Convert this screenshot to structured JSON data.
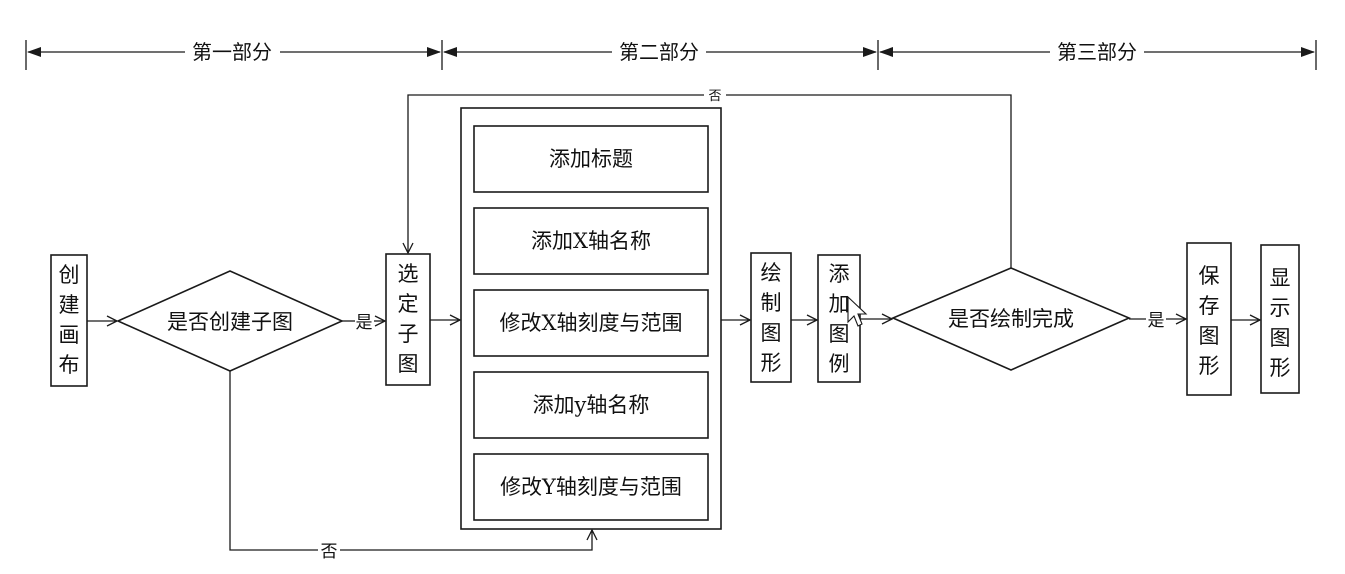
{
  "sections": {
    "part1": "第一部分",
    "part2": "第二部分",
    "part3": "第三部分"
  },
  "nodes": {
    "create_canvas": [
      "创",
      "建",
      "画",
      "布"
    ],
    "create_subplot_decision": "是否创建子图",
    "select_subplot": [
      "选",
      "定",
      "子",
      "图"
    ],
    "add_title": "添加标题",
    "add_x_name": "添加X轴名称",
    "modify_x_ticks": "修改X轴刻度与范围",
    "add_y_name": "添加y轴名称",
    "modify_y_ticks": "修改Y轴刻度与范围",
    "draw_graph": [
      "绘",
      "制",
      "图",
      "形"
    ],
    "add_legend": [
      "添",
      "加",
      "图",
      "例"
    ],
    "draw_done_decision": "是否绘制完成",
    "save_graph": [
      "保",
      "存",
      "图",
      "形"
    ],
    "show_graph": [
      "显",
      "示",
      "图",
      "形"
    ]
  },
  "edge_labels": {
    "yes_1": "是",
    "no_1": "否",
    "yes_2": "是",
    "no_2": "否"
  },
  "colors": {
    "stroke": "#1a1a1a",
    "background": "#ffffff"
  }
}
